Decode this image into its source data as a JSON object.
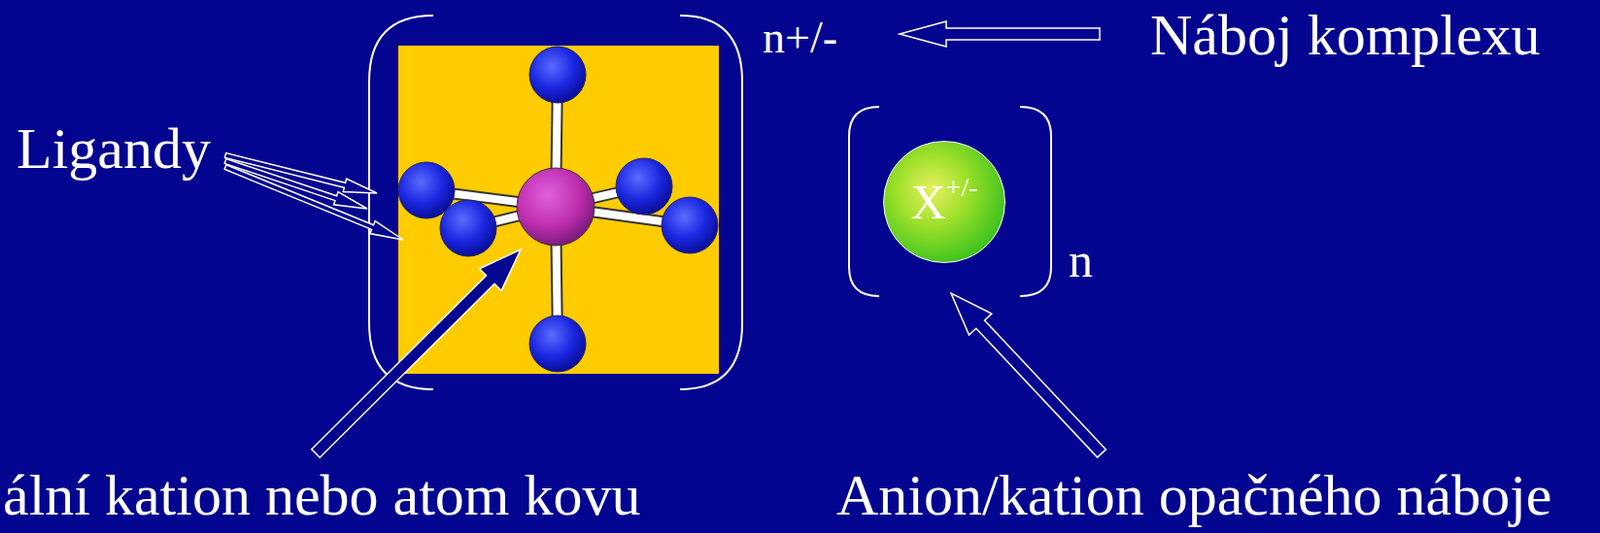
{
  "diagram": {
    "nodes": [
      {
        "text": [
          "X",
          "+/-"
        ]
      }
    ],
    "labels": [
      "n+/-",
      "Náboj komplexu",
      "Ligandy",
      "n",
      "ální kation nebo atom kovu",
      "Anion/kation opačného náboje"
    ]
  }
}
